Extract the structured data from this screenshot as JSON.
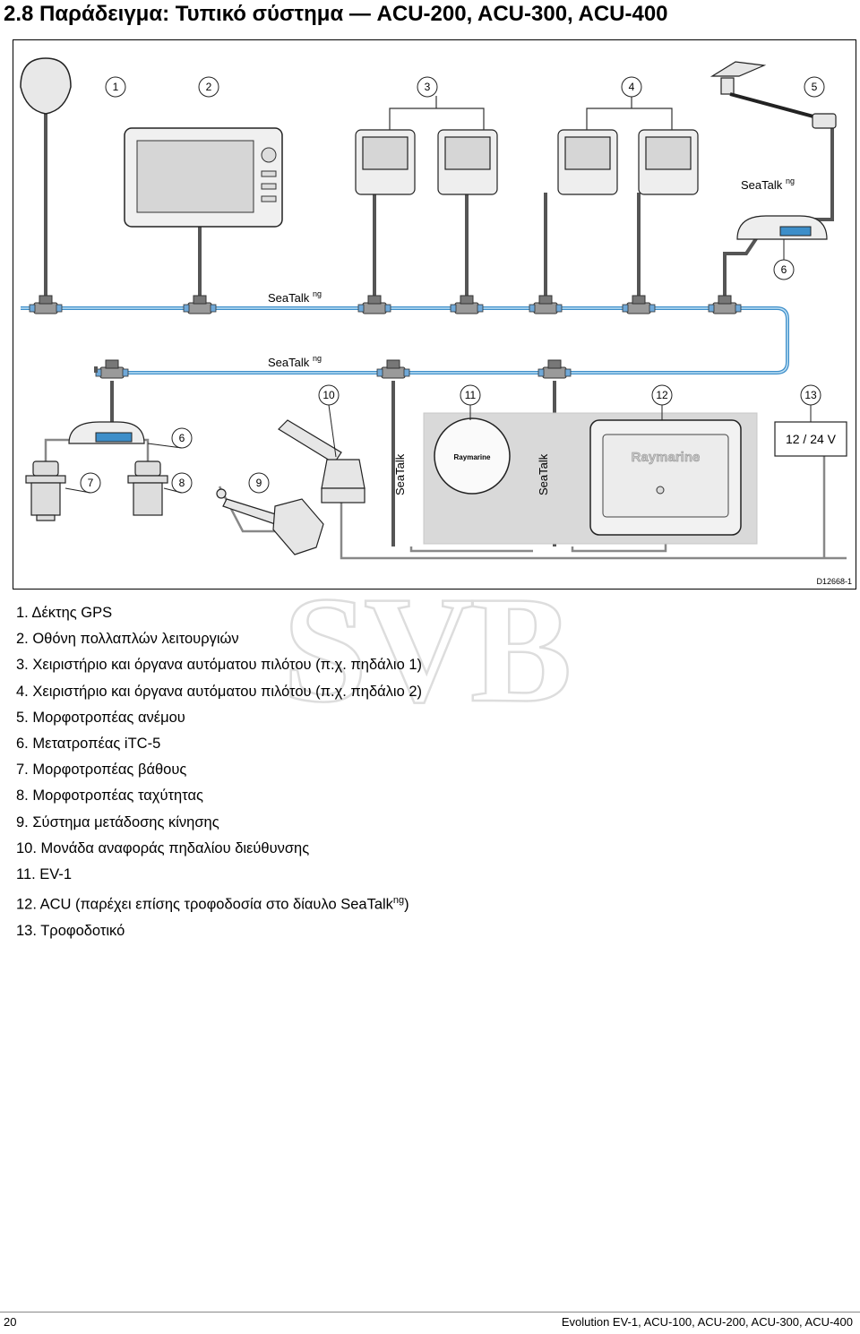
{
  "page": {
    "title": "2.8 Παράδειγμα: Τυπικό σύστημα — ACU-200, ACU-300, ACU-400",
    "page_number": "20",
    "footer": "Evolution EV-1, ACU-100, ACU-200, ACU-300, ACU-400",
    "watermark": "SVB"
  },
  "figure": {
    "id": "D12668-1",
    "bus_label": "SeaTalk",
    "bus_label_sup": "ng",
    "power_label": "12 / 24 V",
    "brand": "Raymarine",
    "callouts": [
      "1",
      "2",
      "3",
      "4",
      "5",
      "6",
      "6",
      "7",
      "8",
      "9",
      "10",
      "11",
      "12",
      "13"
    ]
  },
  "legend": [
    "1.  Δέκτης GPS",
    "2.  Οθόνη πολλαπλών λειτουργιών",
    "3.  Χειριστήριο και όργανα αυτόματου πιλότου (π.χ. πηδάλιο 1)",
    "4.  Χειριστήριο και όργανα αυτόματου πιλότου (π.χ. πηδάλιο 2)",
    "5.  Μορφοτροπέας ανέμου",
    "6.  Μετατροπέας iTC-5",
    "7.  Μορφοτροπέας βάθους",
    "8.  Μορφοτροπέας ταχύτητας",
    "9.  Σύστημα μετάδοσης κίνησης",
    "10. Μονάδα αναφοράς πηδαλίου διεύθυνσης",
    "11. EV-1",
    "12. ACU (παρέχει επίσης τροφοδοσία στο δίαυλο SeaTalk",
    "13. Τροφοδοτικό"
  ],
  "legend_12_sup": "ng",
  "legend_12_end": ")"
}
